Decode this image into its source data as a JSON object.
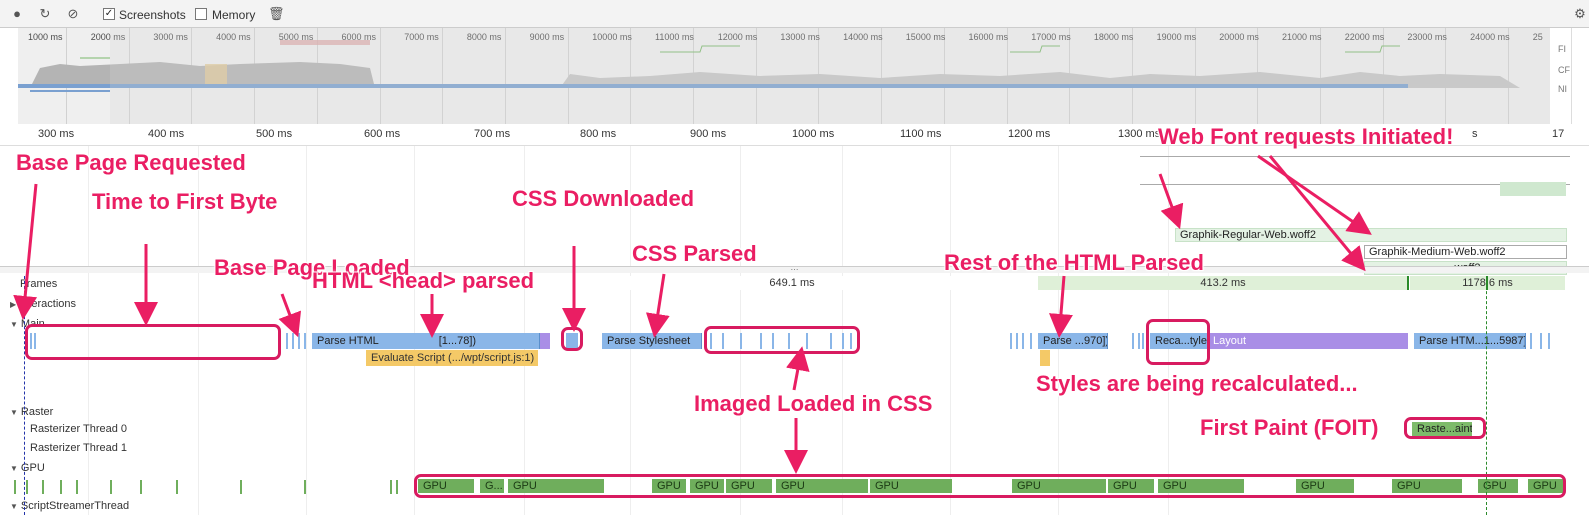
{
  "toolbar": {
    "screenshots_label": "Screenshots",
    "screenshots_checked": true,
    "memory_label": "Memory",
    "memory_checked": false,
    "record_icon": "record-icon",
    "reload_icon": "reload-icon",
    "clear_icon": "clear-icon",
    "trash_icon": "trash-icon",
    "settings_icon": "gear-icon"
  },
  "overview": {
    "ticks": [
      "1000 ms",
      "2000 ms",
      "3000 ms",
      "4000 ms",
      "5000 ms",
      "6000 ms",
      "7000 ms",
      "8000 ms",
      "9000 ms",
      "10000 ms",
      "11000 ms",
      "12000 ms",
      "13000 ms",
      "14000 ms",
      "15000 ms",
      "16000 ms",
      "17000 ms",
      "18000 ms",
      "19000 ms",
      "20000 ms",
      "21000 ms",
      "22000 ms",
      "23000 ms",
      "24000 ms",
      "25"
    ],
    "side_labels": [
      "FI",
      "CF",
      "NI"
    ]
  },
  "ruler": {
    "ticks": [
      "300 ms",
      "400 ms",
      "500 ms",
      "600 ms",
      "700 ms",
      "800 ms",
      "900 ms",
      "1000 ms",
      "1100 ms",
      "1200 ms",
      "1300 ms",
      "s",
      "17"
    ]
  },
  "network": {
    "requests": [
      "Graphik-Regular-Web.woff2",
      "Graphik-Medium-Web.woff2",
      "woff2"
    ]
  },
  "tracks": {
    "frames": "Frames",
    "interactions": "Interactions",
    "main": "Main",
    "raster": "Raster",
    "raster_thread_0": "Rasterizer Thread 0",
    "raster_thread_1": "Rasterizer Thread 1",
    "gpu": "GPU",
    "script_streamer": "ScriptStreamerThread"
  },
  "frames": {
    "f1": "649.1 ms",
    "f2": "413.2 ms",
    "f3": "1178.6 ms"
  },
  "main_events": {
    "parse_html_1": "Parse HTML",
    "parse_html_1_tail": "[1...78])",
    "evaluate_script": "Evaluate Script (.../wpt/script.js:1)",
    "parse_stylesheet": "Parse Stylesheet",
    "parse_html_2": "Parse ...970])",
    "recalc_style": "Reca...tyle",
    "layout": "Layout",
    "parse_html_3": "Parse HTM...1...5987])",
    "raster_paint": "Raste...aint"
  },
  "gpu_events": [
    "GPU",
    "G...",
    "GPU",
    "GPU",
    "GPU",
    "GPU",
    "GPU",
    "GPU",
    "GPU",
    "GPU",
    "GPU",
    "GPU",
    "GPU",
    "GPU",
    "GPU"
  ],
  "annotations": {
    "base_page_requested": "Base Page Requested",
    "time_to_first_byte": "Time to First Byte",
    "base_page_loaded": "Base Page Loaded",
    "html_head_parsed": "HTML <head> parsed",
    "css_downloaded": "CSS Downloaded",
    "css_parsed": "CSS Parsed",
    "web_font_requests": "Web Font requests Initiated!",
    "rest_html_parsed": "Rest of the HTML Parsed",
    "styles_recalculated": "Styles are being recalculated...",
    "imaged_loaded_css": "Imaged Loaded in CSS",
    "first_paint": "First Paint (FOIT)"
  },
  "colors": {
    "annotation": "#ea1e63",
    "parse_html": "#8ab6e8",
    "script": "#f4c967",
    "layout": "#a98ee6",
    "gpu": "#6fae5c"
  }
}
